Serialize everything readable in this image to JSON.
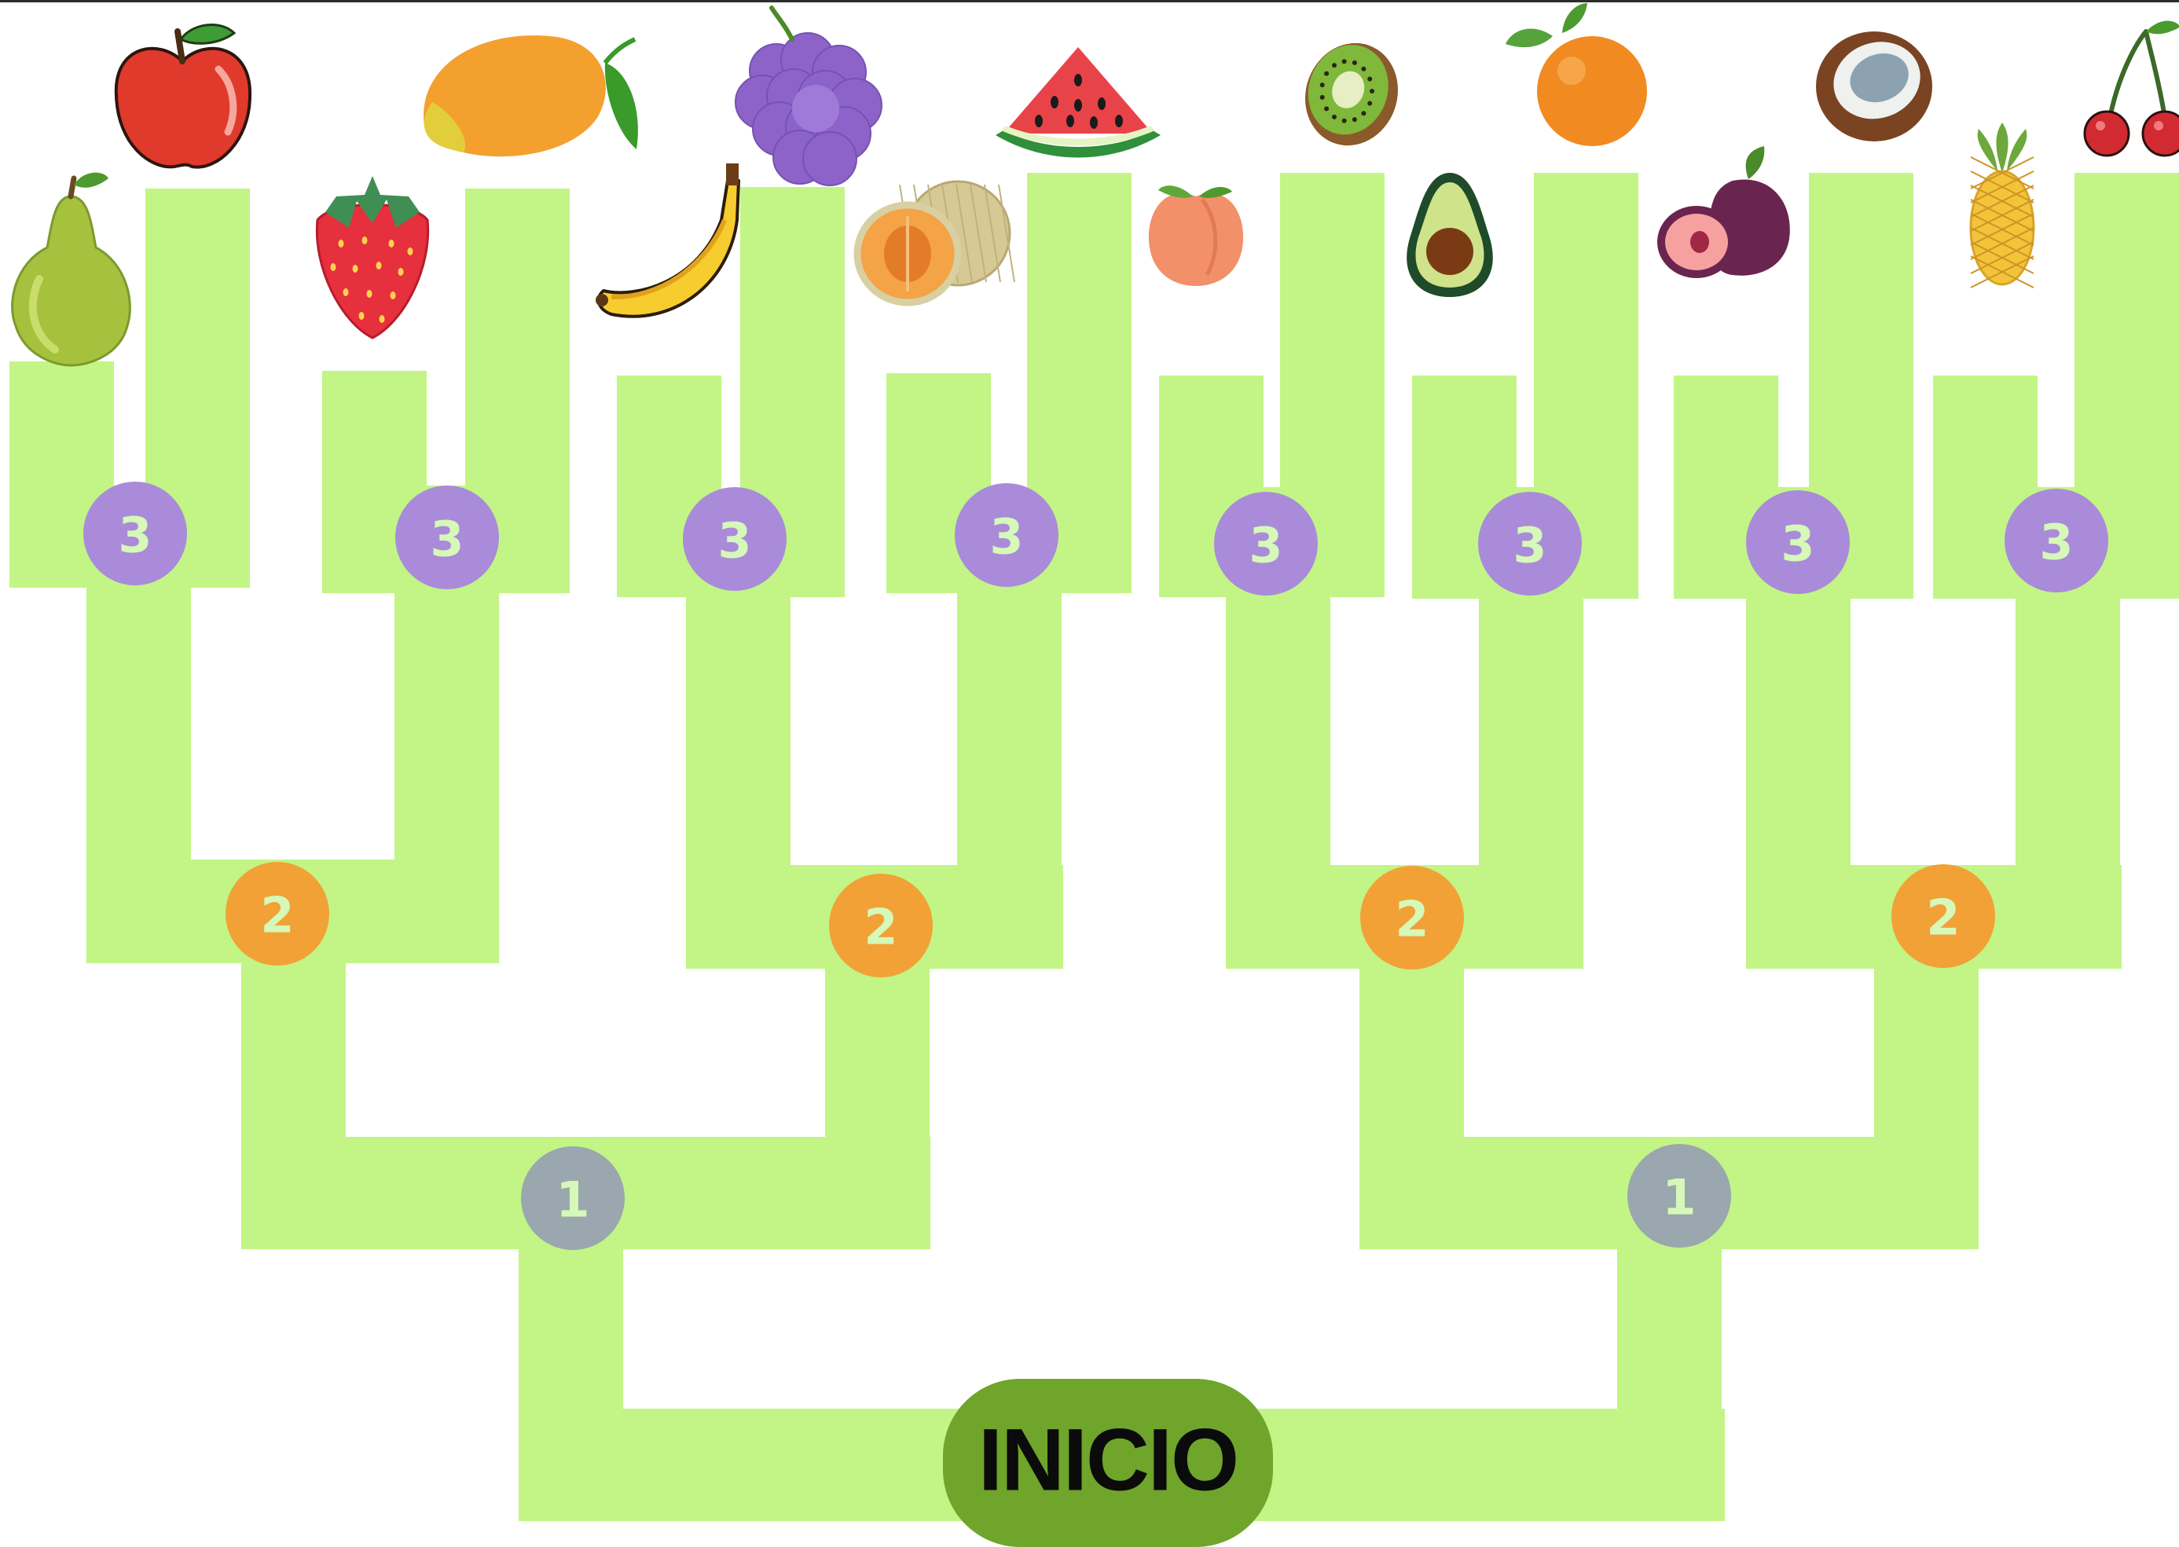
{
  "start_button": {
    "label": "INICIO",
    "color": "#6fa52a"
  },
  "tree": {
    "bar_color": "#c2f585",
    "level_colors": {
      "1": "#9aa7ae",
      "2": "#f2a137",
      "3": "#a98bda"
    },
    "nodes": [
      {
        "level": 1,
        "label": "1"
      },
      {
        "level": 1,
        "label": "1"
      },
      {
        "level": 2,
        "label": "2"
      },
      {
        "level": 2,
        "label": "2"
      },
      {
        "level": 2,
        "label": "2"
      },
      {
        "level": 2,
        "label": "2"
      },
      {
        "level": 3,
        "label": "3"
      },
      {
        "level": 3,
        "label": "3"
      },
      {
        "level": 3,
        "label": "3"
      },
      {
        "level": 3,
        "label": "3"
      },
      {
        "level": 3,
        "label": "3"
      },
      {
        "level": 3,
        "label": "3"
      },
      {
        "level": 3,
        "label": "3"
      },
      {
        "level": 3,
        "label": "3"
      }
    ]
  },
  "fruits": [
    "pear",
    "apple",
    "strawberry",
    "mango",
    "banana",
    "grapes",
    "cantaloupe",
    "watermelon",
    "peach",
    "kiwi",
    "avocado",
    "orange",
    "plum",
    "coconut",
    "pineapple",
    "cherries"
  ]
}
